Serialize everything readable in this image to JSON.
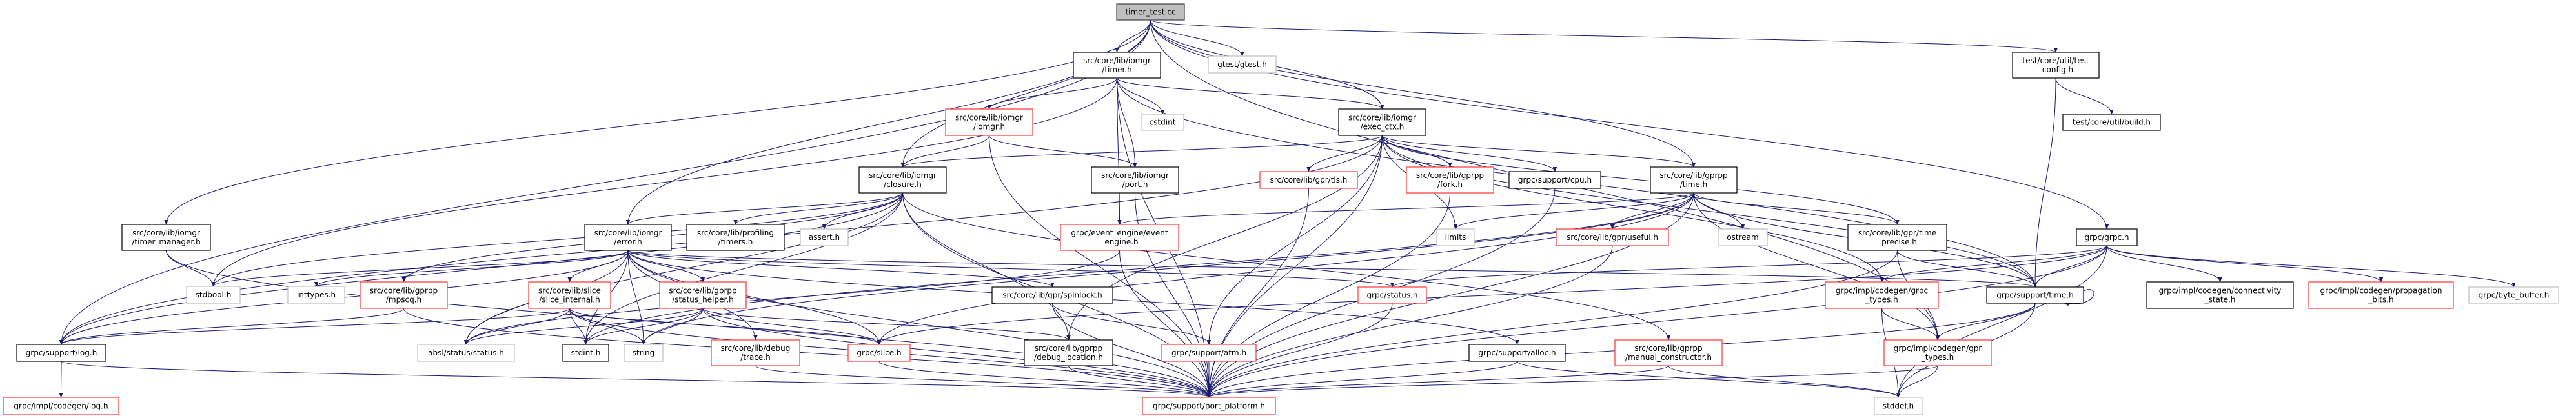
{
  "graph": {
    "edge_color": "#191970",
    "style_colors": {
      "root": {
        "stroke": "#404040",
        "fill": "#bfbfbf"
      },
      "black": {
        "stroke": "#000000",
        "fill": "#ffffff"
      },
      "red": {
        "stroke": "#ff3333",
        "fill": "#ffffff"
      },
      "gray": {
        "stroke": "#bfbfbf",
        "fill": "#ffffff"
      }
    },
    "nodes": [
      {
        "id": "timer_test",
        "lines": [
          "timer_test.cc"
        ],
        "style": "root"
      },
      {
        "id": "timer_h",
        "lines": [
          "src/core/lib/iomgr",
          "/timer.h"
        ],
        "style": "black"
      },
      {
        "id": "gtest",
        "lines": [
          "gtest/gtest.h"
        ],
        "style": "gray"
      },
      {
        "id": "test_config",
        "lines": [
          "test/core/util/test",
          "_config.h"
        ],
        "style": "black"
      },
      {
        "id": "build",
        "lines": [
          "test/core/util/build.h"
        ],
        "style": "black"
      },
      {
        "id": "iomgr_h",
        "lines": [
          "src/core/lib/iomgr",
          "/iomgr.h"
        ],
        "style": "red"
      },
      {
        "id": "cstdint",
        "lines": [
          "cstdint"
        ],
        "style": "gray"
      },
      {
        "id": "exec_ctx",
        "lines": [
          "src/core/lib/iomgr",
          "/exec_ctx.h"
        ],
        "style": "black"
      },
      {
        "id": "closure",
        "lines": [
          "src/core/lib/iomgr",
          "/closure.h"
        ],
        "style": "black"
      },
      {
        "id": "port_h",
        "lines": [
          "src/core/lib/iomgr",
          "/port.h"
        ],
        "style": "black"
      },
      {
        "id": "tls",
        "lines": [
          "src/core/lib/gpr/tls.h"
        ],
        "style": "red"
      },
      {
        "id": "fork",
        "lines": [
          "src/core/lib/gprpp",
          "/fork.h"
        ],
        "style": "red"
      },
      {
        "id": "cpu",
        "lines": [
          "grpc/support/cpu.h"
        ],
        "style": "black"
      },
      {
        "id": "gprpp_time",
        "lines": [
          "src/core/lib/gprpp",
          "/time.h"
        ],
        "style": "black"
      },
      {
        "id": "timer_manager",
        "lines": [
          "src/core/lib/iomgr",
          "/timer_manager.h"
        ],
        "style": "black"
      },
      {
        "id": "error_h",
        "lines": [
          "src/core/lib/iomgr",
          "/error.h"
        ],
        "style": "black"
      },
      {
        "id": "timers",
        "lines": [
          "src/core/lib/profiling",
          "/timers.h"
        ],
        "style": "black"
      },
      {
        "id": "assert",
        "lines": [
          "assert.h"
        ],
        "style": "gray"
      },
      {
        "id": "event_engine",
        "lines": [
          "grpc/event_engine/event",
          "_engine.h"
        ],
        "style": "red"
      },
      {
        "id": "limits",
        "lines": [
          "limits"
        ],
        "style": "gray"
      },
      {
        "id": "useful",
        "lines": [
          "src/core/lib/gpr/useful.h"
        ],
        "style": "red"
      },
      {
        "id": "ostream",
        "lines": [
          "ostream"
        ],
        "style": "gray"
      },
      {
        "id": "time_precise",
        "lines": [
          "src/core/lib/gpr/time",
          "_precise.h"
        ],
        "style": "black"
      },
      {
        "id": "grpc_h",
        "lines": [
          "grpc/grpc.h"
        ],
        "style": "black"
      },
      {
        "id": "stdbool",
        "lines": [
          "stdbool.h"
        ],
        "style": "gray"
      },
      {
        "id": "inttypes",
        "lines": [
          "inttypes.h"
        ],
        "style": "gray"
      },
      {
        "id": "mpscq",
        "lines": [
          "src/core/lib/gprpp",
          "/mpscq.h"
        ],
        "style": "red"
      },
      {
        "id": "slice_internal",
        "lines": [
          "src/core/lib/slice",
          "/slice_internal.h"
        ],
        "style": "red"
      },
      {
        "id": "status_helper",
        "lines": [
          "src/core/lib/gprpp",
          "/status_helper.h"
        ],
        "style": "red"
      },
      {
        "id": "spinlock",
        "lines": [
          "src/core/lib/gpr/spinlock.h"
        ],
        "style": "black"
      },
      {
        "id": "grpc_status",
        "lines": [
          "grpc/status.h"
        ],
        "style": "red"
      },
      {
        "id": "grpc_types",
        "lines": [
          "grpc/impl/codegen/grpc",
          "_types.h"
        ],
        "style": "red"
      },
      {
        "id": "support_time",
        "lines": [
          "grpc/support/time.h"
        ],
        "style": "black"
      },
      {
        "id": "connectivity",
        "lines": [
          "grpc/impl/codegen/connectivity",
          "_state.h"
        ],
        "style": "black"
      },
      {
        "id": "propagation",
        "lines": [
          "grpc/impl/codegen/propagation",
          "_bits.h"
        ],
        "style": "red"
      },
      {
        "id": "byte_buffer",
        "lines": [
          "grpc/byte_buffer.h"
        ],
        "style": "gray"
      },
      {
        "id": "log_h",
        "lines": [
          "grpc/support/log.h"
        ],
        "style": "black"
      },
      {
        "id": "absl_status",
        "lines": [
          "absl/status/status.h"
        ],
        "style": "gray"
      },
      {
        "id": "stdint",
        "lines": [
          "stdint.h"
        ],
        "style": "black"
      },
      {
        "id": "string",
        "lines": [
          "string"
        ],
        "style": "gray"
      },
      {
        "id": "trace",
        "lines": [
          "src/core/lib/debug",
          "/trace.h"
        ],
        "style": "red"
      },
      {
        "id": "slice_h",
        "lines": [
          "grpc/slice.h"
        ],
        "style": "red"
      },
      {
        "id": "debug_location",
        "lines": [
          "src/core/lib/gprpp",
          "/debug_location.h"
        ],
        "style": "black"
      },
      {
        "id": "atm",
        "lines": [
          "grpc/support/atm.h"
        ],
        "style": "red"
      },
      {
        "id": "alloc",
        "lines": [
          "grpc/support/alloc.h"
        ],
        "style": "black"
      },
      {
        "id": "manual_constructor",
        "lines": [
          "src/core/lib/gprpp",
          "/manual_constructor.h"
        ],
        "style": "red"
      },
      {
        "id": "gpr_types",
        "lines": [
          "grpc/impl/codegen/gpr",
          "_types.h"
        ],
        "style": "red"
      },
      {
        "id": "codegen_log",
        "lines": [
          "grpc/impl/codegen/log.h"
        ],
        "style": "red"
      },
      {
        "id": "port_platform",
        "lines": [
          "grpc/support/port_platform.h"
        ],
        "style": "red"
      },
      {
        "id": "stddef",
        "lines": [
          "stddef.h"
        ],
        "style": "gray"
      }
    ],
    "edges": [
      [
        "timer_test",
        "log_h"
      ],
      [
        "timer_test",
        "timer_manager"
      ],
      [
        "timer_test",
        "error_h"
      ],
      [
        "timer_test",
        "closure"
      ],
      [
        "timer_test",
        "timer_h"
      ],
      [
        "timer_test",
        "exec_ctx"
      ],
      [
        "timer_test",
        "gtest"
      ],
      [
        "timer_test",
        "test_config"
      ],
      [
        "timer_test",
        "grpc_h"
      ],
      [
        "timer_test",
        "gprpp_time"
      ],
      [
        "timer_test",
        "gpr_types"
      ],
      [
        "timer_h",
        "iomgr_h"
      ],
      [
        "timer_h",
        "cstdint"
      ],
      [
        "timer_h",
        "port_h"
      ],
      [
        "timer_h",
        "event_engine"
      ],
      [
        "timer_h",
        "exec_ctx"
      ],
      [
        "timer_h",
        "support_time"
      ],
      [
        "timer_h",
        "port_platform"
      ],
      [
        "timer_h",
        "stdbool"
      ],
      [
        "iomgr_h",
        "closure"
      ],
      [
        "iomgr_h",
        "port_h"
      ],
      [
        "iomgr_h",
        "port_platform"
      ],
      [
        "port_h",
        "port_platform"
      ],
      [
        "test_config",
        "build"
      ],
      [
        "test_config",
        "support_time"
      ],
      [
        "exec_ctx",
        "closure"
      ],
      [
        "exec_ctx",
        "log_h"
      ],
      [
        "exec_ctx",
        "tls"
      ],
      [
        "exec_ctx",
        "fork"
      ],
      [
        "exec_ctx",
        "cpu"
      ],
      [
        "exec_ctx",
        "gprpp_time"
      ],
      [
        "exec_ctx",
        "atm"
      ],
      [
        "exec_ctx",
        "debug_location"
      ],
      [
        "exec_ctx",
        "port_platform"
      ],
      [
        "exec_ctx",
        "time_precise"
      ],
      [
        "exec_ctx",
        "grpc_types"
      ],
      [
        "exec_ctx",
        "support_time"
      ],
      [
        "exec_ctx",
        "limits"
      ],
      [
        "closure",
        "error_h"
      ],
      [
        "closure",
        "timers"
      ],
      [
        "closure",
        "assert"
      ],
      [
        "closure",
        "log_h"
      ],
      [
        "closure",
        "stdbool"
      ],
      [
        "closure",
        "debug_location"
      ],
      [
        "closure",
        "port_platform"
      ],
      [
        "closure",
        "manual_constructor"
      ],
      [
        "closure",
        "mpscq"
      ],
      [
        "closure",
        "stdint"
      ],
      [
        "closure",
        "absl_status"
      ],
      [
        "tls",
        "port_platform"
      ],
      [
        "fork",
        "port_platform"
      ],
      [
        "cpu",
        "port_platform"
      ],
      [
        "gprpp_time",
        "limits"
      ],
      [
        "gprpp_time",
        "useful"
      ],
      [
        "gprpp_time",
        "ostream"
      ],
      [
        "gprpp_time",
        "time_precise"
      ],
      [
        "gprpp_time",
        "gpr_types"
      ],
      [
        "gprpp_time",
        "port_platform"
      ],
      [
        "gprpp_time",
        "event_engine"
      ],
      [
        "gprpp_time",
        "string"
      ],
      [
        "gprpp_time",
        "stdint"
      ],
      [
        "gprpp_time",
        "support_time"
      ],
      [
        "gprpp_time",
        "slice_h"
      ],
      [
        "timer_manager",
        "stdbool"
      ],
      [
        "timer_manager",
        "port_platform"
      ],
      [
        "error_h",
        "stdbool"
      ],
      [
        "error_h",
        "inttypes"
      ],
      [
        "error_h",
        "log_h"
      ],
      [
        "error_h",
        "slice_internal"
      ],
      [
        "error_h",
        "status_helper"
      ],
      [
        "error_h",
        "spinlock"
      ],
      [
        "error_h",
        "trace"
      ],
      [
        "error_h",
        "slice_h"
      ],
      [
        "error_h",
        "grpc_status"
      ],
      [
        "error_h",
        "absl_status"
      ],
      [
        "error_h",
        "stdint"
      ],
      [
        "error_h",
        "string"
      ],
      [
        "error_h",
        "port_platform"
      ],
      [
        "error_h",
        "support_time"
      ],
      [
        "error_h",
        "alloc"
      ],
      [
        "event_engine",
        "port_platform"
      ],
      [
        "event_engine",
        "absl_status"
      ],
      [
        "useful",
        "port_platform"
      ],
      [
        "time_precise",
        "support_time"
      ],
      [
        "time_precise",
        "port_platform"
      ],
      [
        "time_precise",
        "gpr_types"
      ],
      [
        "grpc_h",
        "connectivity"
      ],
      [
        "grpc_h",
        "propagation"
      ],
      [
        "grpc_h",
        "byte_buffer"
      ],
      [
        "grpc_h",
        "support_time"
      ],
      [
        "grpc_h",
        "grpc_status"
      ],
      [
        "grpc_h",
        "grpc_types"
      ],
      [
        "grpc_h",
        "slice_h"
      ],
      [
        "grpc_h",
        "port_platform"
      ],
      [
        "grpc_h",
        "stddef"
      ],
      [
        "mpscq",
        "log_h"
      ],
      [
        "mpscq",
        "port_platform"
      ],
      [
        "slice_internal",
        "log_h"
      ],
      [
        "slice_internal",
        "absl_status"
      ],
      [
        "slice_internal",
        "stdint"
      ],
      [
        "slice_internal",
        "string"
      ],
      [
        "slice_internal",
        "port_platform"
      ],
      [
        "slice_internal",
        "slice_h"
      ],
      [
        "status_helper",
        "absl_status"
      ],
      [
        "status_helper",
        "stdint"
      ],
      [
        "status_helper",
        "string"
      ],
      [
        "status_helper",
        "port_platform"
      ],
      [
        "status_helper",
        "debug_location"
      ],
      [
        "status_helper",
        "slice_h"
      ],
      [
        "spinlock",
        "atm"
      ],
      [
        "spinlock",
        "port_platform"
      ],
      [
        "grpc_status",
        "port_platform"
      ],
      [
        "grpc_types",
        "gpr_types"
      ],
      [
        "grpc_types",
        "stddef"
      ],
      [
        "support_time",
        "gpr_types"
      ],
      [
        "support_time",
        "port_platform"
      ],
      [
        "support_time",
        "stddef"
      ],
      [
        "support_time",
        "support_time"
      ],
      [
        "log_h",
        "codegen_log"
      ],
      [
        "log_h",
        "port_platform"
      ],
      [
        "trace",
        "port_platform"
      ],
      [
        "slice_h",
        "port_platform"
      ],
      [
        "debug_location",
        "port_platform"
      ],
      [
        "atm",
        "port_platform"
      ],
      [
        "alloc",
        "port_platform"
      ],
      [
        "alloc",
        "stddef"
      ],
      [
        "manual_constructor",
        "port_platform"
      ],
      [
        "manual_constructor",
        "stddef"
      ],
      [
        "gpr_types",
        "stddef"
      ],
      [
        "gpr_types",
        "port_platform"
      ]
    ]
  }
}
